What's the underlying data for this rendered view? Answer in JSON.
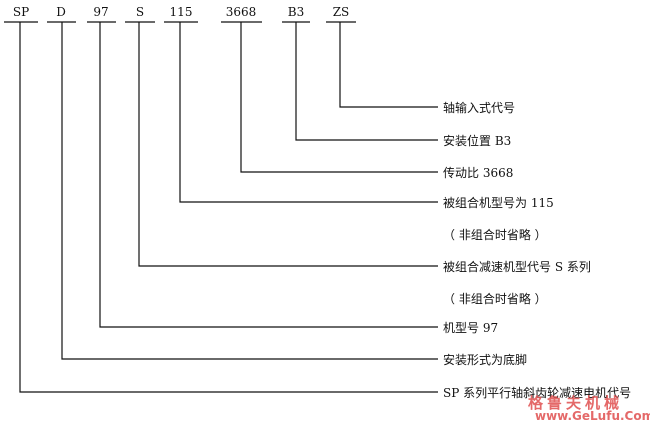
{
  "codes": [
    "SP",
    "D",
    "97",
    "S",
    "115",
    "3668",
    "B3",
    "ZS"
  ],
  "descriptions": [
    "轴输入式代号",
    "安装位置 B3",
    "传动比 3668",
    "被组合机型号为 115",
    "（ 非组合时省略 ）",
    "被组合减速机型代号 S 系列",
    "（ 非组合时省略 ）",
    "机型号 97",
    "安装形式为底脚",
    "SP 系列平行轴斜齿轮减速电机代号"
  ],
  "watermark": {
    "line1": "格鲁夫机械",
    "line2": "www.GeLufu.Com"
  }
}
